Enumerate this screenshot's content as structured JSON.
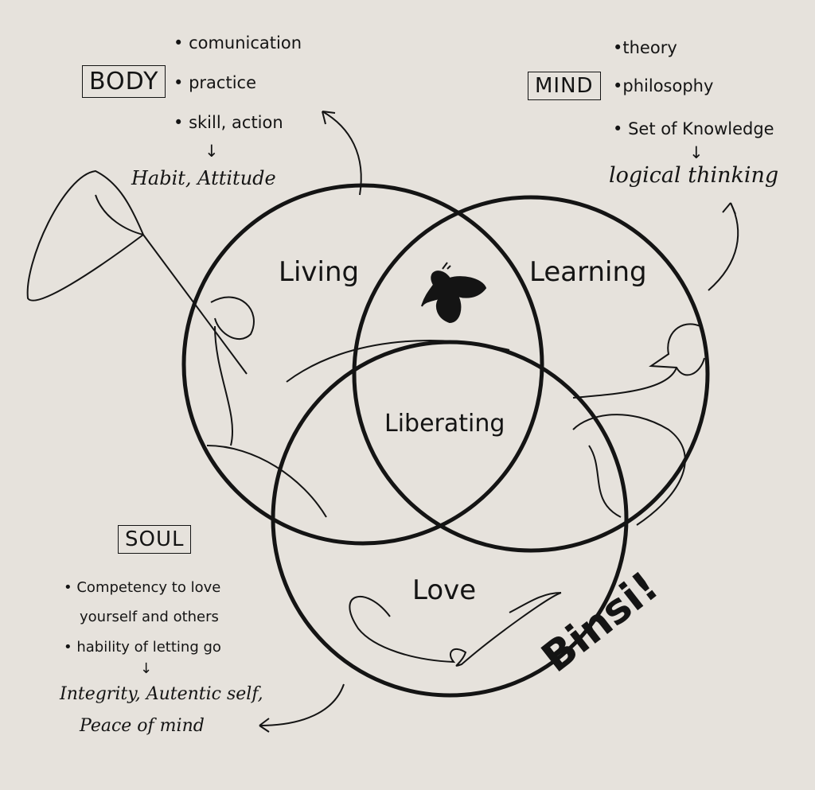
{
  "body": {
    "title": "BODY",
    "items": [
      "comunication",
      "practice",
      "skill, action"
    ],
    "arrow": "↓",
    "result": "Habit, Attitude"
  },
  "mind": {
    "title": "MIND",
    "items": [
      "theory",
      "philosophy",
      "Set of Knowledge"
    ],
    "arrow": "↓",
    "result": "logical thinking"
  },
  "soul": {
    "title": "SOUL",
    "items": [
      "Competency to love",
      "yourself and others",
      "hability of letting go"
    ],
    "arrow": "↓",
    "result_line1": "Integrity, Autentic self,",
    "result_line2": "Peace of mind"
  },
  "venn": {
    "living": "Living",
    "learning": "Learning",
    "love": "Love",
    "center": "Liberating"
  },
  "signature": "Binsi!",
  "bullet": "•"
}
